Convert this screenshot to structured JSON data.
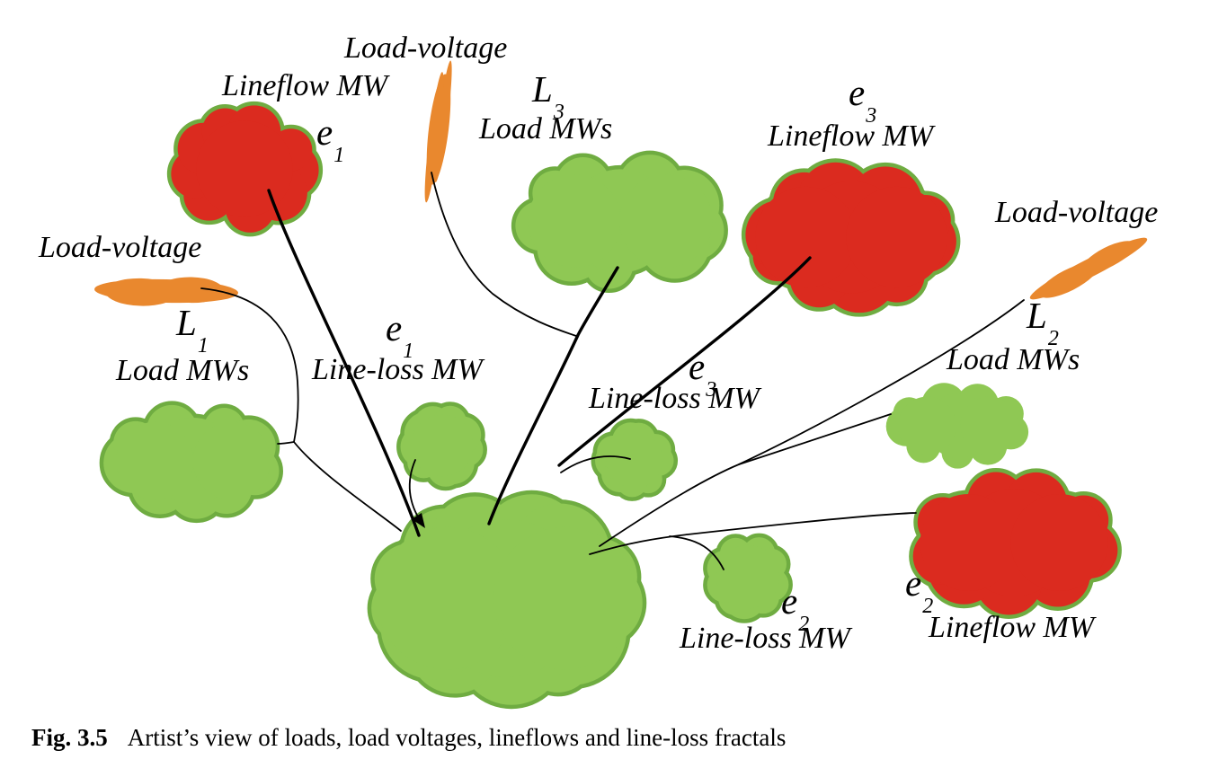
{
  "caption": {
    "label": "Fig. 3.5",
    "text": "Artist’s view of loads, load voltages, lineflows and line-loss fractals"
  },
  "labels": {
    "load_voltage": "Load-voltage",
    "lineflow_mw": "Lineflow MW",
    "load_mws": "Load MWs",
    "line_loss_mw": "Line-loss MW"
  },
  "symbols": {
    "L1": {
      "main": "L",
      "sub": "1"
    },
    "L2": {
      "main": "L",
      "sub": "2"
    },
    "L3": {
      "main": "L",
      "sub": "3"
    },
    "e1": {
      "main": "e",
      "sub": "1"
    },
    "e2": {
      "main": "e",
      "sub": "2"
    },
    "e3": {
      "main": "e",
      "sub": "3"
    }
  },
  "colors": {
    "load_cloud_fill": "#8FC854",
    "cloud_outline": "#6FAC41",
    "lineflow_cloud_fill": "#DB2B1F",
    "load_voltage_stroke": "#E9882E",
    "connector": "#000000",
    "text": "#000000"
  },
  "shapes": {
    "clouds": [
      {
        "name": "lineflow-e1-cloud",
        "category": "lineflow",
        "color": "red"
      },
      {
        "name": "load-l3-cloud",
        "category": "load",
        "color": "green"
      },
      {
        "name": "lineflow-e3-cloud",
        "category": "lineflow",
        "color": "red"
      },
      {
        "name": "load-l1-cloud",
        "category": "load",
        "color": "green"
      },
      {
        "name": "lineloss-e1-cloud",
        "category": "line-loss",
        "color": "green"
      },
      {
        "name": "lineloss-e3-cloud",
        "category": "line-loss",
        "color": "green"
      },
      {
        "name": "load-l2-cloud",
        "category": "load",
        "color": "green"
      },
      {
        "name": "system-center-cloud",
        "category": "load",
        "color": "green"
      },
      {
        "name": "lineloss-e2-cloud",
        "category": "line-loss",
        "color": "green"
      },
      {
        "name": "lineflow-e2-cloud",
        "category": "lineflow",
        "color": "red"
      }
    ],
    "brushes": [
      {
        "name": "load-voltage-l3-brush",
        "color": "orange"
      },
      {
        "name": "load-voltage-l1-brush",
        "color": "orange"
      },
      {
        "name": "load-voltage-l2-brush",
        "color": "orange"
      }
    ]
  }
}
